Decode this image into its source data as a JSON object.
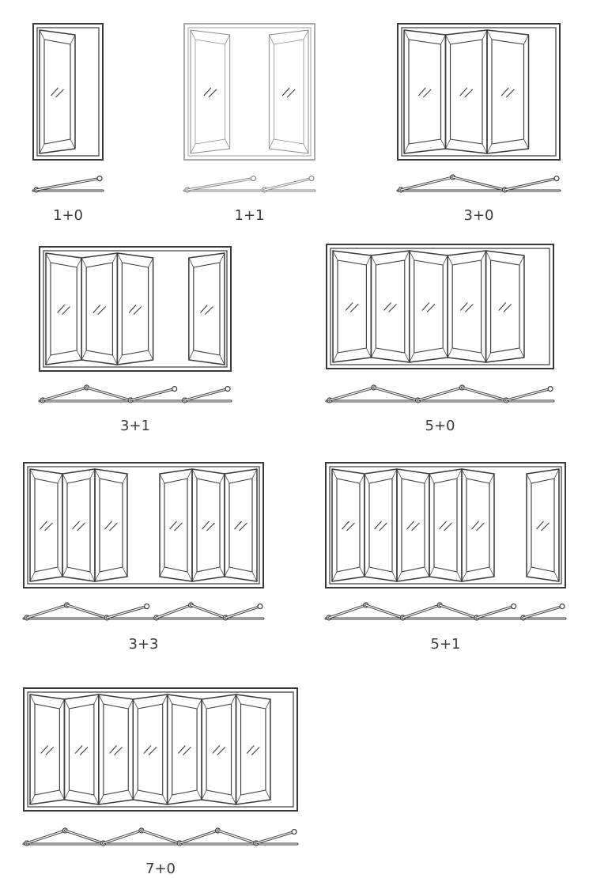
{
  "colors": {
    "stroke": "#3a3a3a",
    "glass_mark": "#3a3a3a",
    "background": "#ffffff"
  },
  "configurations": [
    {
      "id": "cfg-1-0",
      "label": "1+0",
      "left_panels": 1,
      "right_panels": 0
    },
    {
      "id": "cfg-1-1",
      "label": "1+1",
      "left_panels": 1,
      "right_panels": 1
    },
    {
      "id": "cfg-3-0",
      "label": "3+0",
      "left_panels": 3,
      "right_panels": 0
    },
    {
      "id": "cfg-3-1",
      "label": "3+1",
      "left_panels": 3,
      "right_panels": 1
    },
    {
      "id": "cfg-5-0",
      "label": "5+0",
      "left_panels": 5,
      "right_panels": 0
    },
    {
      "id": "cfg-3-3",
      "label": "3+3",
      "left_panels": 3,
      "right_panels": 3
    },
    {
      "id": "cfg-5-1",
      "label": "5+1",
      "left_panels": 5,
      "right_panels": 1
    },
    {
      "id": "cfg-7-0",
      "label": "7+0",
      "left_panels": 7,
      "right_panels": 0
    }
  ]
}
